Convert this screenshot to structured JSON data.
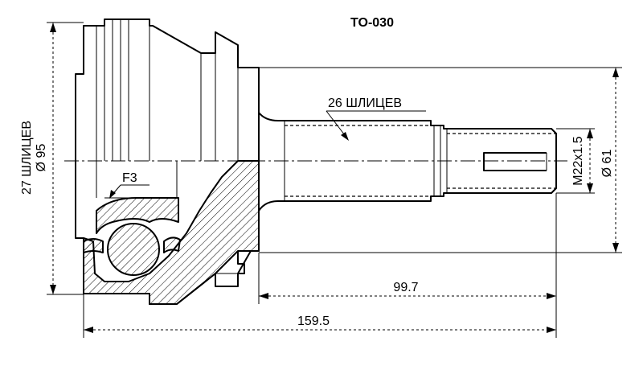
{
  "drawing": {
    "part_number": "TO-030",
    "spline_outer_label": "26 ШЛИЦЕВ",
    "spline_inner_label": "27 ШЛИЦЕВ",
    "diameter_left": "Ø 95",
    "thread": "M22x1.5",
    "diameter_right": "Ø 61",
    "chamfer": "F3",
    "length_shaft": "99.7",
    "length_total": "159.5"
  }
}
